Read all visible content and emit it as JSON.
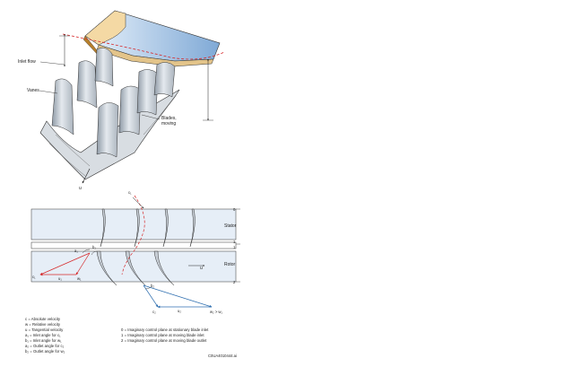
{
  "top_diagram": {
    "labels": {
      "inlet_flow": "Inlet flow",
      "vanes": "Vanes",
      "blades_moving_line1": "Blades,",
      "blades_moving_line2": "moving",
      "u": "u"
    }
  },
  "bottom_diagram": {
    "labels": {
      "c1": "c₁",
      "stator": "Stator",
      "rotor": "Rotor",
      "u": "u",
      "plane_0": "0",
      "plane_1": "1",
      "plane_2": "2",
      "a1": "a₁",
      "b1": "b₁",
      "b2": "b₂",
      "c1_tri": "c₁",
      "u1": "u₁",
      "w1": "w₁",
      "c2": "c₂",
      "u2": "u₂",
      "w2_gt_w1": "w₂ > w₁"
    }
  },
  "legend": {
    "left": [
      "c  = Absolute velocity",
      "w  = Relative velocity",
      "u  = Tangential velocity",
      "a₁ = Inlet angle for  c₁",
      "b₁ = Inlet angle for  w₁",
      "a₂ = Outlet angle for  c₂",
      "b₂ = Outlet angle for  w₂"
    ],
    "right": [
      "0  = Imaginary control plane at stationary blade inlet",
      "1  = Imaginary control plane at moving blade inlet",
      "2  = Imaginary control plane at moving blade outlet"
    ]
  },
  "credit": "C0UA4010444.ai",
  "colors": {
    "shroud_blue": "#a9c8e8",
    "shroud_edge": "#c9953a",
    "red": "#d6282a",
    "blue": "#2f6fb0",
    "band": "#e6eef7",
    "blade_gray": "#c7ced6"
  }
}
